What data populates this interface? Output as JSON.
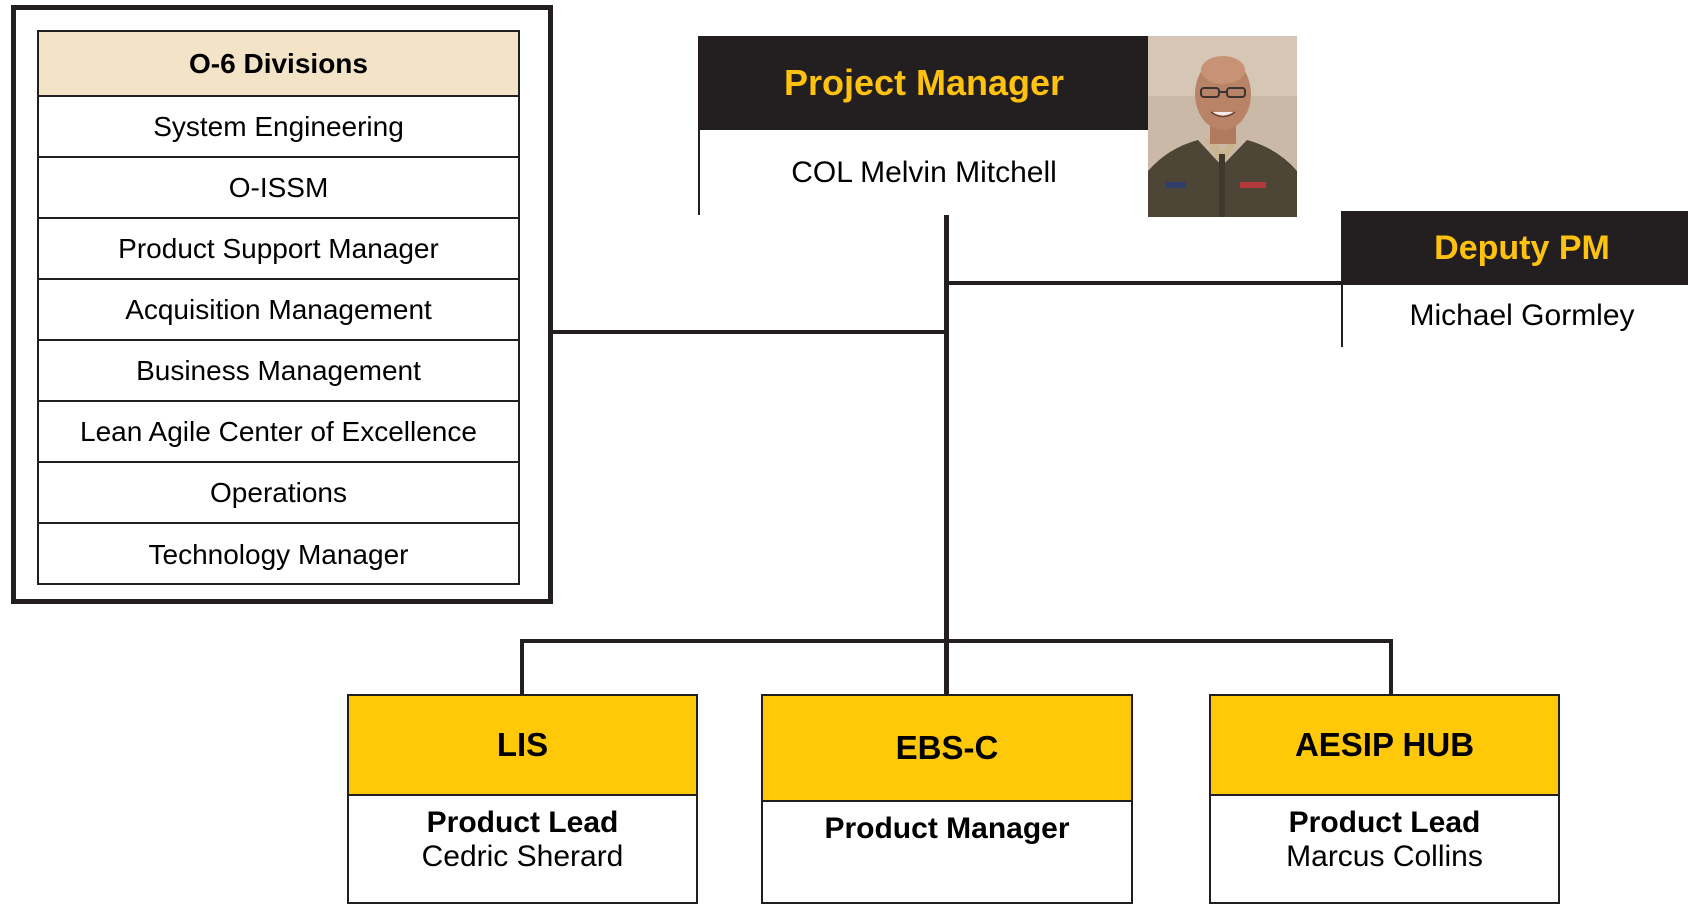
{
  "divisions": {
    "title": "O-6 Divisions",
    "items": [
      "System Engineering",
      "O-ISSM",
      "Product Support Manager",
      "Acquisition Management",
      "Business Management",
      "Lean Agile Center of Excellence",
      "Operations",
      "Technology Manager"
    ]
  },
  "project_manager": {
    "title": "Project Manager",
    "name": "COL Melvin Mitchell"
  },
  "deputy_pm": {
    "title": "Deputy PM",
    "name": "Michael Gormley"
  },
  "products": [
    {
      "title": "LIS",
      "role": "Product Lead",
      "name": "Cedric Sherard"
    },
    {
      "title": "EBS-C",
      "role": "Product Manager",
      "name": ""
    },
    {
      "title": "AESIP HUB",
      "role": "Product Lead",
      "name": "Marcus Collins"
    }
  ],
  "colors": {
    "dark": "#231f20",
    "gold_text": "#ffc20e",
    "gold_fill": "#ffc808",
    "division_header": "#f3e3c7"
  }
}
